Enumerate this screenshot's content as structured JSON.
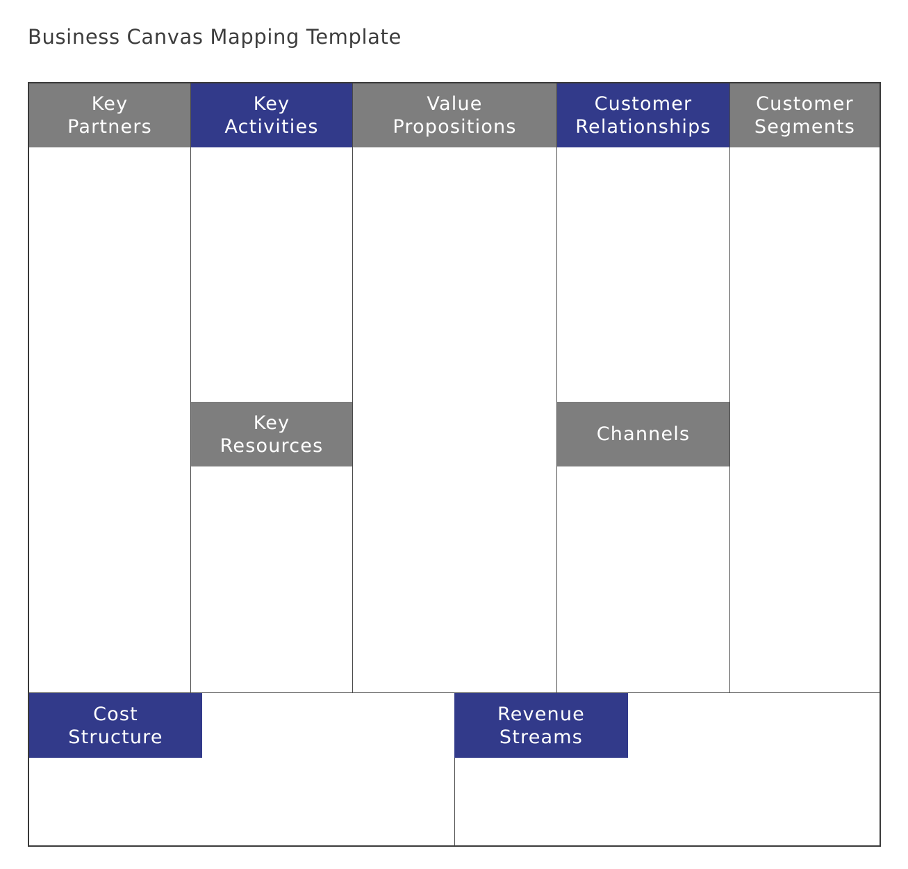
{
  "page_title": "Business Canvas Mapping Template",
  "blocks": {
    "key_partners": "Key\nPartners",
    "key_activities": "Key\nActivities",
    "value_propositions": "Value\nPropositions",
    "customer_relationships": "Customer\nRelationships",
    "customer_segments": "Customer\nSegments",
    "key_resources": "Key\nResources",
    "channels": "Channels",
    "cost_structure": "Cost\nStructure",
    "revenue_streams": "Revenue\nStreams"
  },
  "colors": {
    "header_gray": "#7e7e7e",
    "header_navy": "#323a8a",
    "title_text": "#3d3d3d",
    "border": "#3a3a3a"
  }
}
